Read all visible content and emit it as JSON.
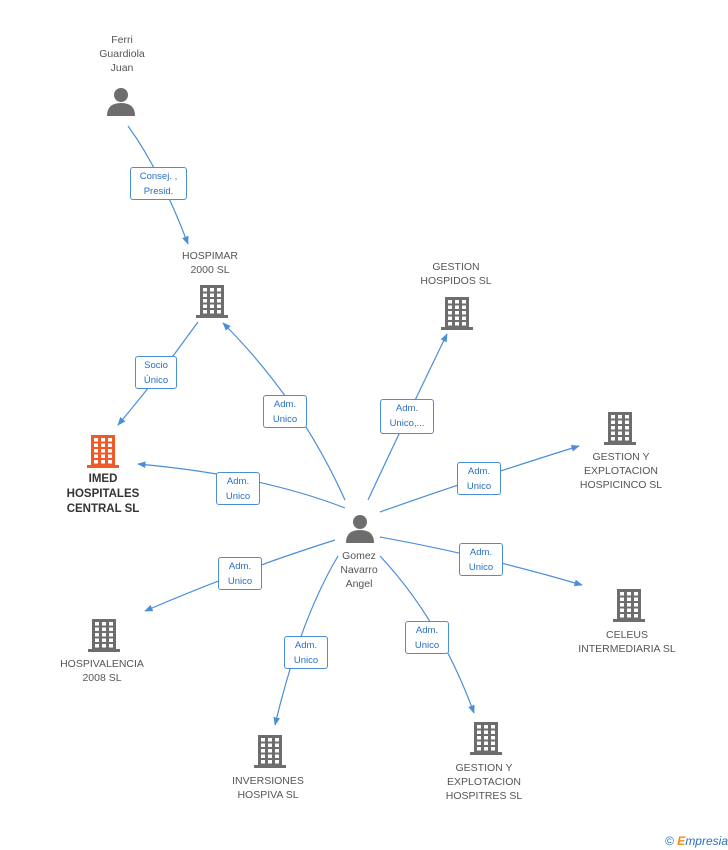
{
  "nodes": {
    "ferri": {
      "label": "Ferri\nGuardiola\nJuan",
      "kind": "person"
    },
    "hospimar": {
      "label": "HOSPIMAR\n2000 SL",
      "kind": "company"
    },
    "gestion_hospidos": {
      "label": "GESTION\nHOSPIDOS SL",
      "kind": "company"
    },
    "imed": {
      "label": "IMED\nHOSPITALES\nCENTRAL SL",
      "kind": "company-main"
    },
    "gestion_hospicinco": {
      "label": "GESTION Y\nEXPLOTACION\nHOSPICINCO SL",
      "kind": "company"
    },
    "gomez": {
      "label": "Gomez\nNavarro\nAngel",
      "kind": "person"
    },
    "celeus": {
      "label": "CELEUS\nINTERMEDIARIA SL",
      "kind": "company"
    },
    "hospivalencia": {
      "label": "HOSPIVALENCIA\n2008 SL",
      "kind": "company"
    },
    "inversiones": {
      "label": "INVERSIONES\nHOSPIVA SL",
      "kind": "company"
    },
    "gestion_hospitres": {
      "label": "GESTION Y\nEXPLOTACION\nHOSPITRES SL",
      "kind": "company"
    }
  },
  "edges": [
    {
      "from": "ferri",
      "to": "hospimar",
      "label": "Consej. ,\nPresid."
    },
    {
      "from": "hospimar",
      "to": "imed",
      "label": "Socio\nÚnico"
    },
    {
      "from": "gomez",
      "to": "hospimar",
      "label": "Adm.\nUnico"
    },
    {
      "from": "gomez",
      "to": "gestion_hospidos",
      "label": "Adm.\nUnico,..."
    },
    {
      "from": "gomez",
      "to": "imed",
      "label": "Adm.\nUnico"
    },
    {
      "from": "gomez",
      "to": "gestion_hospicinco",
      "label": "Adm.\nUnico"
    },
    {
      "from": "gomez",
      "to": "celeus",
      "label": "Adm.\nUnico"
    },
    {
      "from": "gomez",
      "to": "hospivalencia",
      "label": "Adm.\nUnico"
    },
    {
      "from": "gomez",
      "to": "inversiones",
      "label": "Adm.\nUnico"
    },
    {
      "from": "gomez",
      "to": "gestion_hospitres",
      "label": "Adm.\nUnico"
    }
  ],
  "colors": {
    "edge": "#4a8ed8",
    "icon": "#6d6d6d",
    "main_icon": "#f05a28"
  },
  "footer": {
    "copyright": "©",
    "brand_first": "E",
    "brand_rest": "mpresia"
  }
}
